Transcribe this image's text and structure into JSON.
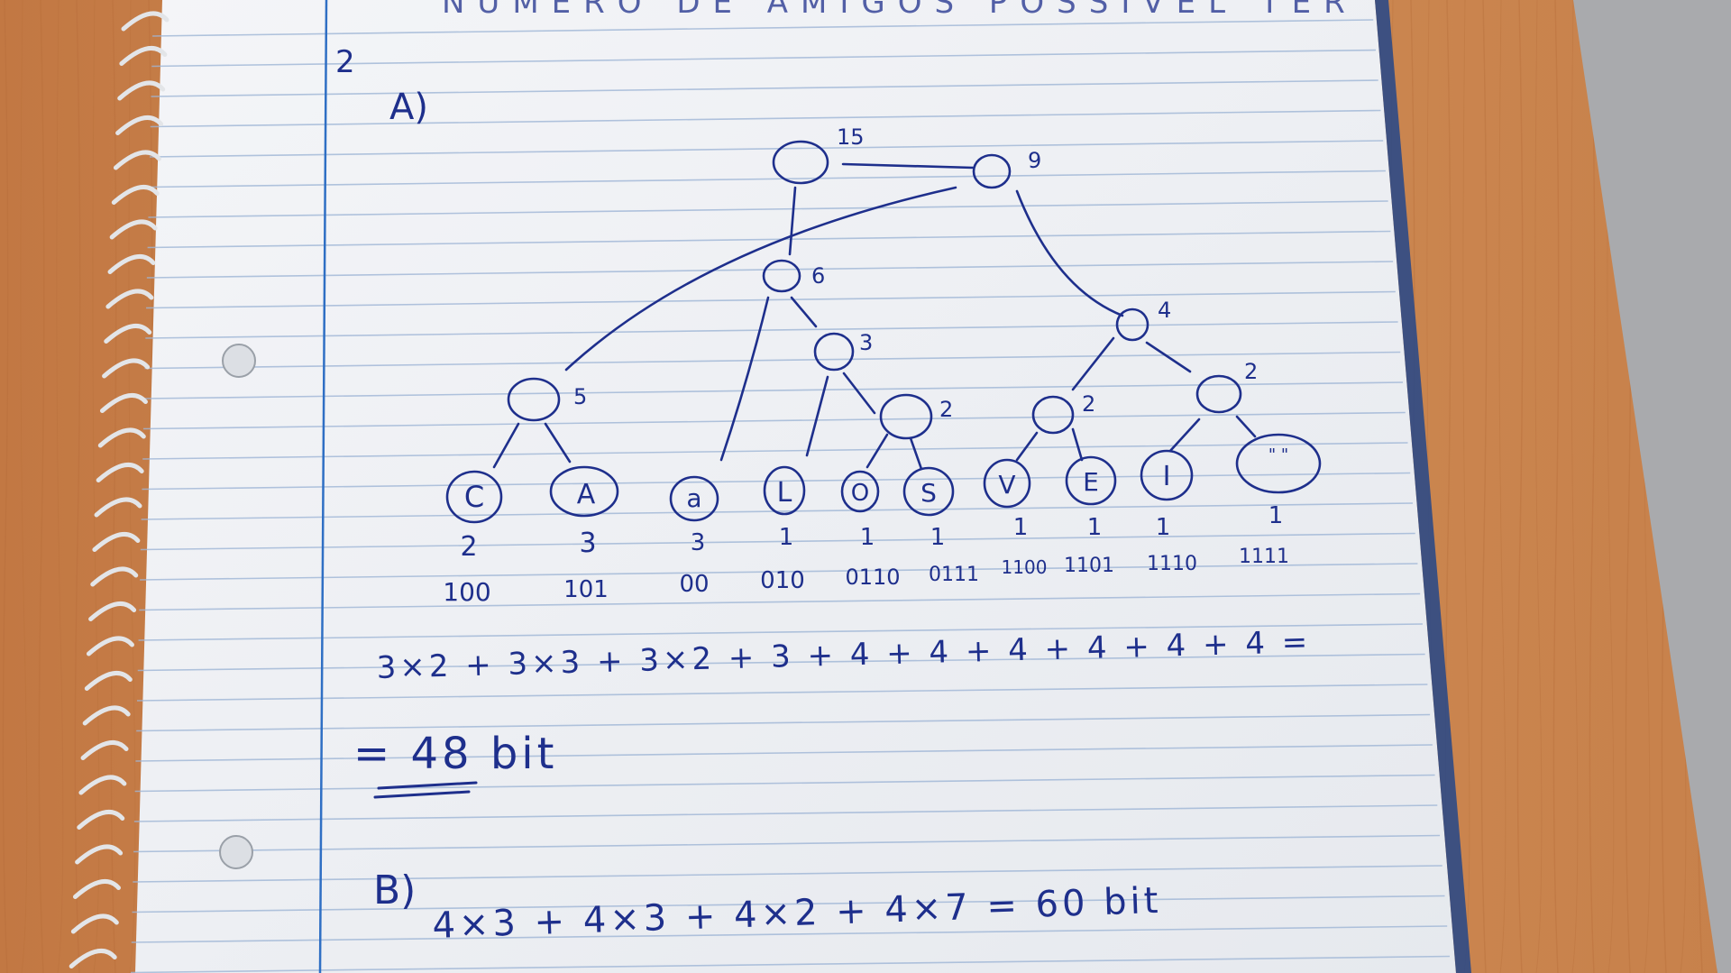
{
  "heading": "NÚMERO DE AMIGOS POSSÍVEL TER",
  "question_number": "2",
  "part_a": {
    "label": "A)",
    "tree": {
      "internal_nodes": [
        {
          "id": "root",
          "weight": "15"
        },
        {
          "id": "n9",
          "weight": "9"
        },
        {
          "id": "n6",
          "weight": "6"
        },
        {
          "id": "n3",
          "weight": "3"
        },
        {
          "id": "n4",
          "weight": "4"
        },
        {
          "id": "n5",
          "weight": "5"
        },
        {
          "id": "n2a",
          "weight": "2"
        },
        {
          "id": "n2b",
          "weight": "2"
        },
        {
          "id": "n2c",
          "weight": "2"
        }
      ],
      "leaves": [
        {
          "symbol": "C",
          "freq": "2",
          "code": "100"
        },
        {
          "symbol": "A",
          "freq": "3",
          "code": "101"
        },
        {
          "symbol": "a",
          "freq": "3",
          "code": "00"
        },
        {
          "symbol": "L",
          "freq": "1",
          "code": "010"
        },
        {
          "symbol": "O",
          "freq": "1",
          "code": "0110"
        },
        {
          "symbol": "S",
          "freq": "1",
          "code": "0111"
        },
        {
          "symbol": "V",
          "freq": "1",
          "code": "1100"
        },
        {
          "symbol": "E",
          "freq": "1",
          "code": "1101"
        },
        {
          "symbol": "I",
          "freq": "1",
          "code": "1110"
        },
        {
          "symbol": "\" \"",
          "freq": "1",
          "code": "1111"
        }
      ]
    },
    "sum_expression": "3×2 + 3×3 + 3×2 + 3 + 4 + 4 + 4 + 4 + 4 + 4 =",
    "result": "= 48 bit"
  },
  "part_b": {
    "label": "B)",
    "expression": "4×3 + 4×3 + 4×2 + 4×7 = 60 bit"
  },
  "colors": {
    "ink": "#1e2f8c",
    "paper": "#f1f3f6",
    "desk": "#c9834a",
    "rule_line": "#9fb6d6",
    "margin_line": "#2f6fc4"
  }
}
